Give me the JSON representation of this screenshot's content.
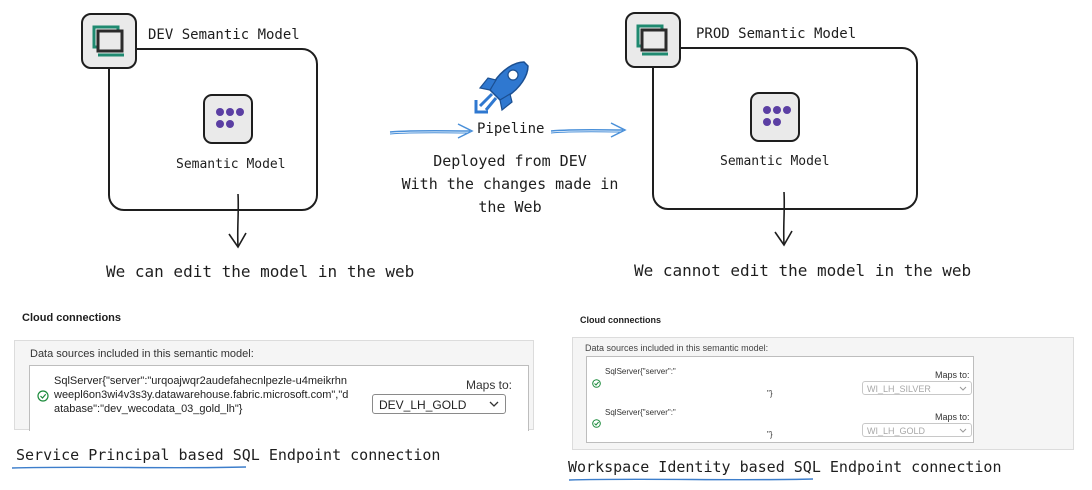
{
  "dev": {
    "title": "DEV Semantic Model",
    "item_label": "Semantic Model",
    "note": "We can edit the model in the web"
  },
  "prod": {
    "title": "PROD Semantic Model",
    "item_label": "Semantic Model",
    "note": "We cannot edit the model in the web"
  },
  "pipeline": {
    "label": "Pipeline",
    "description": [
      "Deployed from DEV",
      "With the changes made in",
      "the Web"
    ]
  },
  "left_panel": {
    "heading": "Cloud connections",
    "sources_label": "Data sources included in this semantic model:",
    "connection_lines": [
      "SqlServer{\"server\":\"urqoajwqr2audefahecnlpezle-u4meikrhn",
      "weepl6on3wi4v3s3y.datawarehouse.fabric.microsoft.com\",\"d",
      "atabase\":\"dev_wecodata_03_gold_lh\"}"
    ],
    "maps_to_label": "Maps to:",
    "maps_to_value": "DEV_LH_GOLD",
    "caption": "Service Principal based SQL Endpoint connection"
  },
  "right_panel": {
    "heading": "Cloud connections",
    "sources_label": "Data sources included in this semantic model:",
    "rows": [
      {
        "connection": "SqlServer{\"server\":\"",
        "tail": "\"}",
        "maps_to_label": "Maps to:",
        "maps_to_value": "WI_LH_SILVER"
      },
      {
        "connection": "SqlServer{\"server\":\"",
        "tail": "\"}",
        "maps_to_label": "Maps to:",
        "maps_to_value": "WI_LH_GOLD"
      }
    ],
    "caption": "Workspace Identity based SQL Endpoint connection"
  },
  "colors": {
    "ink": "#1e1e1e",
    "arrow_blue": "#4a90d9",
    "tile_fill": "#eaeaea",
    "dots": "#5b3fa3",
    "rocket": "#2f78d0",
    "check_green": "#1a8a3a",
    "underline_blue": "#3d7ecb"
  },
  "icons": [
    "semantic-model-workspace-icon",
    "semantic-model-dots-icon",
    "rocket-pipeline-icon",
    "check-circle-icon",
    "chevron-down-icon"
  ]
}
